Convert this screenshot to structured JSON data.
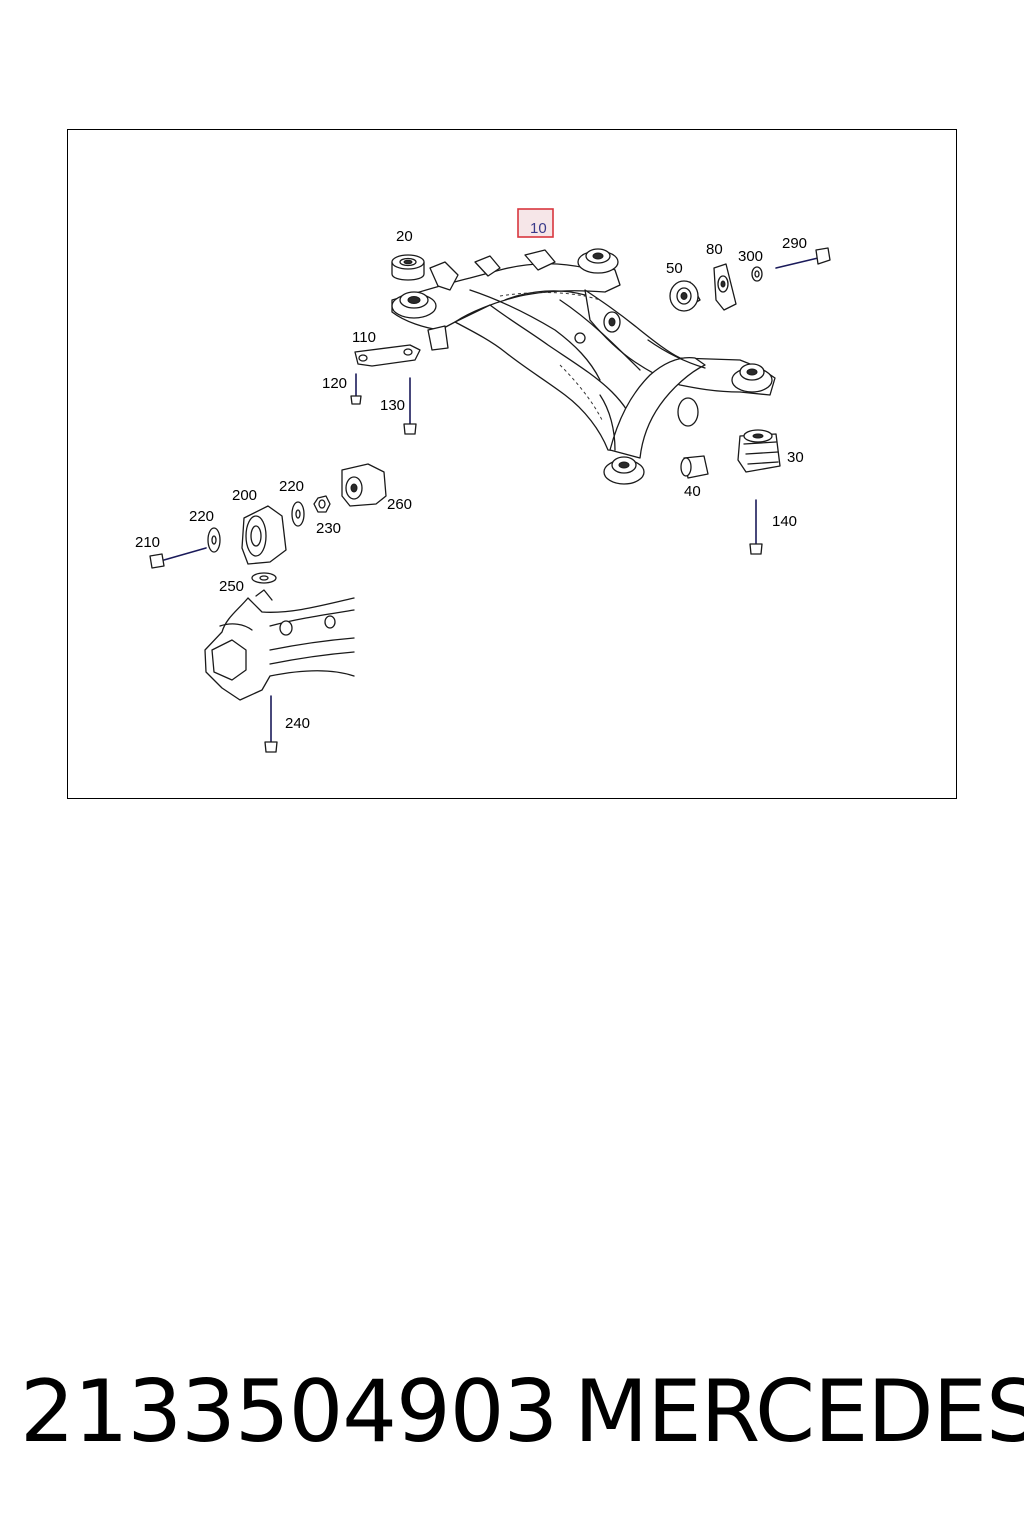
{
  "callouts": {
    "c10": "10",
    "c20": "20",
    "c30": "30",
    "c40": "40",
    "c50": "50",
    "c80": "80",
    "c110": "110",
    "c120": "120",
    "c130": "130",
    "c140": "140",
    "c200": "200",
    "c210": "210",
    "c220a": "220",
    "c220b": "220",
    "c230": "230",
    "c240": "240",
    "c250": "250",
    "c260": "260",
    "c290": "290",
    "c300": "300"
  },
  "highlighted_callout": "10",
  "highlight_color": "#d9363e",
  "footer": {
    "part_number": "2133504903",
    "brand": "MERCEDES"
  }
}
